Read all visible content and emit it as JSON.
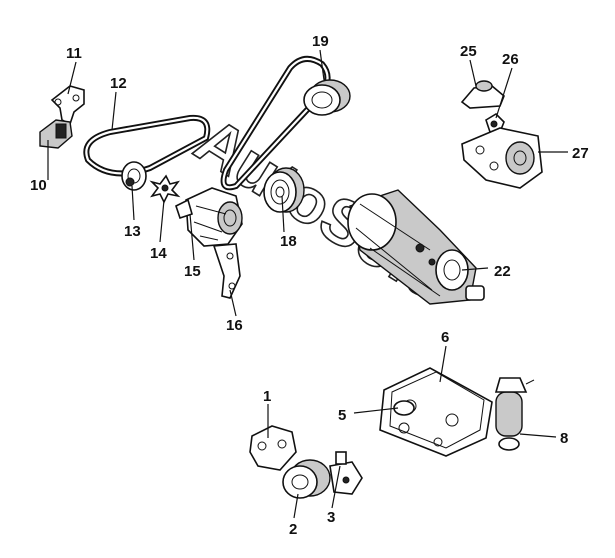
{
  "watermark": "AutoSoft",
  "callouts": [
    "1",
    "2",
    "3",
    "5",
    "6",
    "8",
    "10",
    "11",
    "12",
    "13",
    "14",
    "15",
    "16",
    "18",
    "19",
    "22",
    "25",
    "26",
    "27"
  ]
}
